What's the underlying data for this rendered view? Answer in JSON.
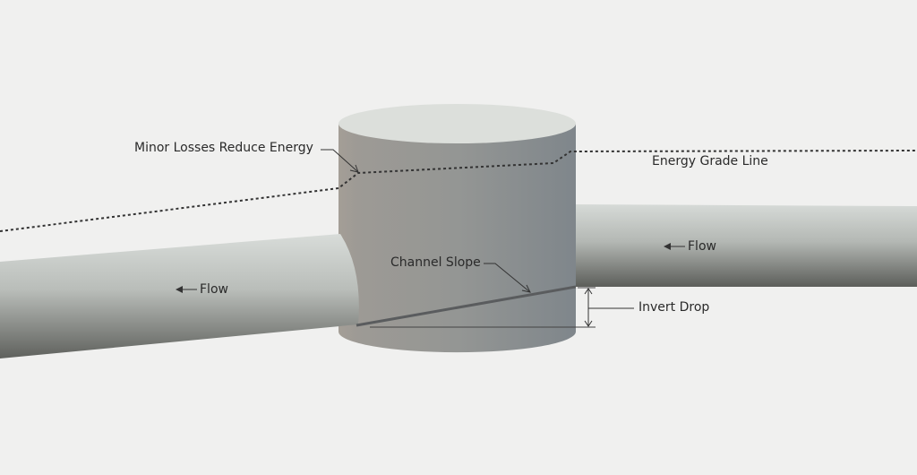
{
  "labels": {
    "minor_losses": "Minor Losses Reduce Energy",
    "energy_grade_line": "Energy Grade Line",
    "flow_left": "Flow",
    "flow_right": "Flow",
    "channel_slope": "Channel Slope",
    "invert_drop": "Invert Drop"
  },
  "colors": {
    "background": "#f0f0ef",
    "text": "#2a2a2a",
    "line": "#333333"
  }
}
